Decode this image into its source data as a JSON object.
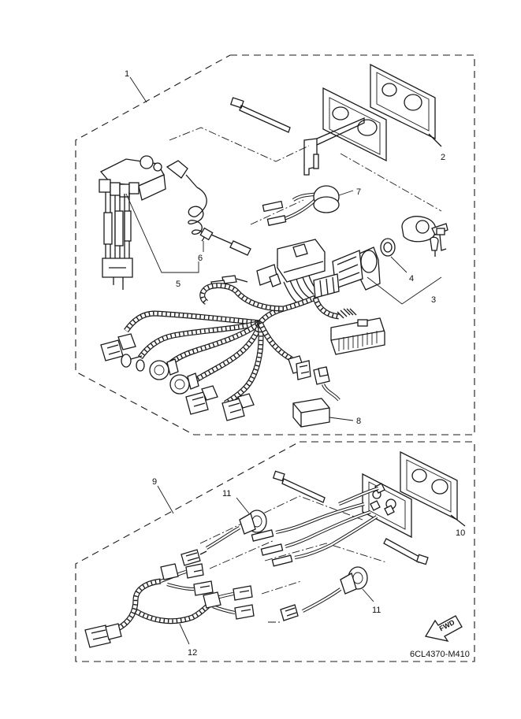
{
  "callouts": {
    "c1": "1",
    "c2": "2",
    "c3": "3",
    "c4": "4",
    "c5": "5",
    "c6": "6",
    "c7": "7",
    "c8": "8",
    "c9": "9",
    "c10": "10",
    "c11a": "11",
    "c11b": "11",
    "c12": "12"
  },
  "fwd_label": "FWD",
  "drawing_code": "6CL4370-M410"
}
